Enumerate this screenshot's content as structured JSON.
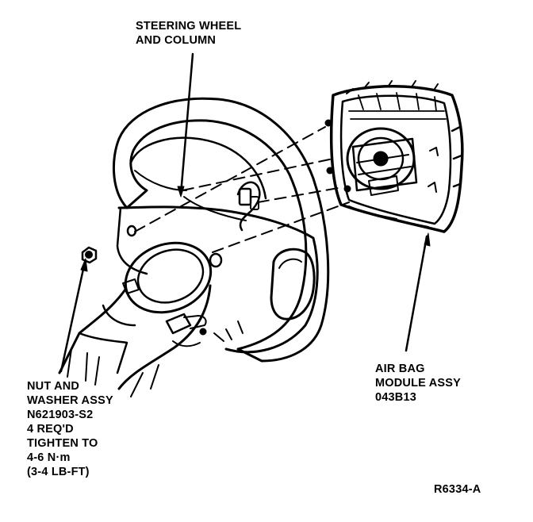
{
  "labels": {
    "steering": [
      "STEERING WHEEL",
      "AND COLUMN"
    ],
    "airbag": [
      "AIR BAG",
      "MODULE ASSY",
      "043B13"
    ],
    "nut": [
      "NUT AND",
      "WASHER ASSY",
      "N621903-S2",
      "4 REQ'D",
      "TIGHTEN TO",
      "4-6 N·m",
      "(3-4 LB-FT)"
    ],
    "figure_code": "R6334-A"
  },
  "colors": {
    "ink": "#000000",
    "paper": "#ffffff"
  }
}
